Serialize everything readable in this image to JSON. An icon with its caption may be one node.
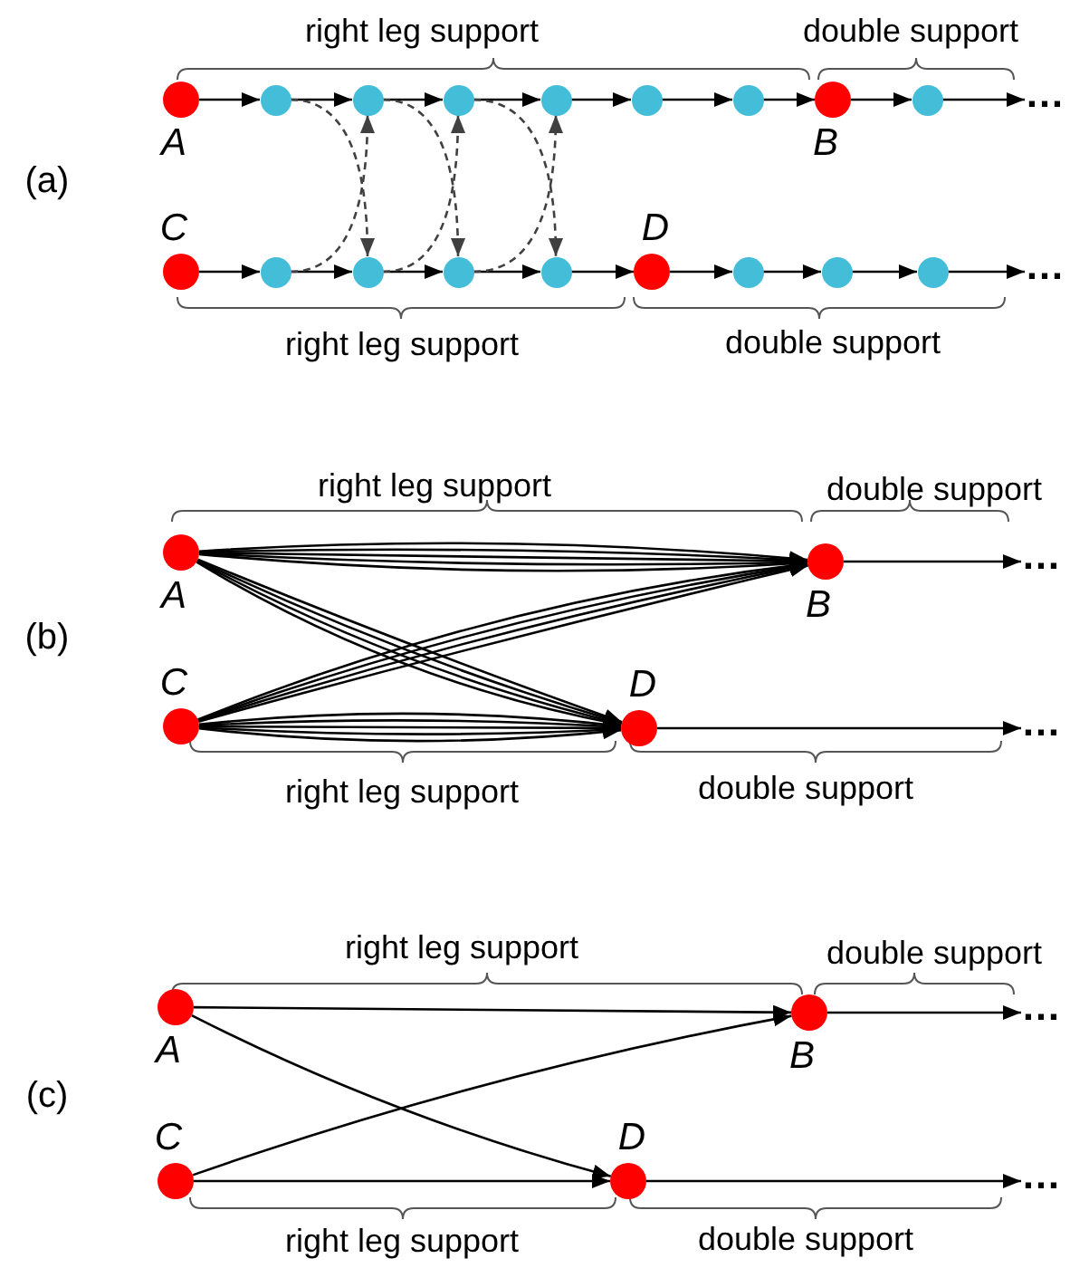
{
  "diagram": {
    "nodes": [
      {
        "text": [],
        "shape": "circle",
        "beside": [
          "A"
        ]
      },
      {
        "text": [],
        "shape": "circle"
      },
      {
        "text": [],
        "shape": "circle"
      },
      {
        "text": [],
        "shape": "circle"
      },
      {
        "text": [],
        "shape": "circle"
      },
      {
        "text": [],
        "shape": "circle"
      },
      {
        "text": [],
        "shape": "circle"
      },
      {
        "text": [],
        "shape": "circle",
        "beside": [
          "B"
        ]
      },
      {
        "text": [],
        "shape": "circle"
      },
      {
        "text": [
          "…"
        ]
      },
      {
        "text": [],
        "shape": "circle",
        "beside": [
          "C"
        ]
      },
      {
        "text": [],
        "shape": "circle"
      },
      {
        "text": [],
        "shape": "circle"
      },
      {
        "text": [],
        "shape": "circle"
      },
      {
        "text": [],
        "shape": "circle"
      },
      {
        "text": [],
        "shape": "circle",
        "beside": [
          "D"
        ]
      },
      {
        "text": [],
        "shape": "circle"
      },
      {
        "text": [],
        "shape": "circle"
      },
      {
        "text": [],
        "shape": "circle"
      },
      {
        "text": [
          "…"
        ]
      },
      {
        "text": [],
        "shape": "circle",
        "beside": [
          "A"
        ]
      },
      {
        "text": [],
        "shape": "circle",
        "beside": [
          "B"
        ]
      },
      {
        "text": [
          "…"
        ]
      },
      {
        "text": [],
        "shape": "circle",
        "beside": [
          "C"
        ]
      },
      {
        "text": [],
        "shape": "circle",
        "beside": [
          "D"
        ]
      },
      {
        "text": [
          "…"
        ]
      },
      {
        "text": [],
        "shape": "circle",
        "beside": [
          "A"
        ]
      },
      {
        "text": [],
        "shape": "circle",
        "beside": [
          "B"
        ]
      },
      {
        "text": [
          "…"
        ]
      },
      {
        "text": [],
        "shape": "circle",
        "beside": [
          "C"
        ]
      },
      {
        "text": [],
        "shape": "circle",
        "beside": [
          "D"
        ]
      },
      {
        "text": [
          "…"
        ]
      }
    ],
    "edges": [
      {
        "from": 0,
        "to": 1,
        "arrow": "to"
      },
      {
        "from": 1,
        "to": 2,
        "arrow": "to"
      },
      {
        "from": 2,
        "to": 3,
        "arrow": "to"
      },
      {
        "from": 3,
        "to": 4,
        "arrow": "to"
      },
      {
        "from": 4,
        "to": 5,
        "arrow": "to"
      },
      {
        "from": 5,
        "to": 6,
        "arrow": "to"
      },
      {
        "from": 6,
        "to": 7,
        "arrow": "to"
      },
      {
        "from": 7,
        "to": 8,
        "arrow": "to"
      },
      {
        "from": 8,
        "to": 9,
        "arrow": "to"
      },
      {
        "from": 10,
        "to": 11,
        "arrow": "to"
      },
      {
        "from": 11,
        "to": 12,
        "arrow": "to"
      },
      {
        "from": 12,
        "to": 13,
        "arrow": "to"
      },
      {
        "from": 13,
        "to": 14,
        "arrow": "to"
      },
      {
        "from": 14,
        "to": 15,
        "arrow": "to"
      },
      {
        "from": 15,
        "to": 16,
        "arrow": "to"
      },
      {
        "from": 16,
        "to": 17,
        "arrow": "to"
      },
      {
        "from": 17,
        "to": 18,
        "arrow": "to"
      },
      {
        "from": 18,
        "to": 19,
        "arrow": "to"
      },
      {
        "from": 1,
        "to": 12,
        "arrow": "to",
        "style": "dashed",
        "color": "#404040"
      },
      {
        "from": 11,
        "to": 2,
        "arrow": "to",
        "style": "dashed",
        "color": "#404040"
      },
      {
        "from": 2,
        "to": 13,
        "arrow": "to",
        "style": "dashed",
        "color": "#404040"
      },
      {
        "from": 12,
        "to": 3,
        "arrow": "to",
        "style": "dashed",
        "color": "#404040"
      },
      {
        "from": 3,
        "to": 14,
        "arrow": "to",
        "style": "dashed",
        "color": "#404040"
      },
      {
        "from": 13,
        "to": 4,
        "arrow": "to",
        "style": "dashed",
        "color": "#404040"
      },
      {
        "from": 20,
        "to": 21,
        "arrow": "to"
      },
      {
        "from": 20,
        "to": 21,
        "arrow": "to"
      },
      {
        "from": 20,
        "to": 21,
        "arrow": "to"
      },
      {
        "from": 20,
        "to": 21,
        "arrow": "to"
      },
      {
        "from": 20,
        "to": 21,
        "arrow": "to"
      },
      {
        "from": 20,
        "to": 24,
        "arrow": "to"
      },
      {
        "from": 20,
        "to": 24,
        "arrow": "to"
      },
      {
        "from": 20,
        "to": 24,
        "arrow": "to"
      },
      {
        "from": 20,
        "to": 24,
        "arrow": "to"
      },
      {
        "from": 23,
        "to": 21,
        "arrow": "to"
      },
      {
        "from": 23,
        "to": 21,
        "arrow": "to"
      },
      {
        "from": 23,
        "to": 21,
        "arrow": "to"
      },
      {
        "from": 23,
        "to": 21,
        "arrow": "to"
      },
      {
        "from": 23,
        "to": 24,
        "arrow": "to"
      },
      {
        "from": 23,
        "to": 24,
        "arrow": "to"
      },
      {
        "from": 23,
        "to": 24,
        "arrow": "to"
      },
      {
        "from": 23,
        "to": 24,
        "arrow": "to"
      },
      {
        "from": 23,
        "to": 24,
        "arrow": "to"
      },
      {
        "from": 21,
        "to": 22,
        "arrow": "to"
      },
      {
        "from": 24,
        "to": 25,
        "arrow": "to"
      },
      {
        "from": 26,
        "to": 27,
        "arrow": "to"
      },
      {
        "from": 26,
        "to": 30,
        "arrow": "to"
      },
      {
        "from": 29,
        "to": 27,
        "arrow": "to"
      },
      {
        "from": 29,
        "to": 30,
        "arrow": "to"
      },
      {
        "from": 27,
        "to": 28,
        "arrow": "to"
      },
      {
        "from": 30,
        "to": 31,
        "arrow": "to"
      }
    ],
    "labels": [
      "right leg support",
      "double support",
      "(a)",
      "right leg support",
      "double support",
      "right leg support",
      "double support",
      "(b)",
      "right leg support",
      "double support",
      "right leg support",
      "double support",
      "(c)",
      "right leg support",
      "double support"
    ]
  }
}
